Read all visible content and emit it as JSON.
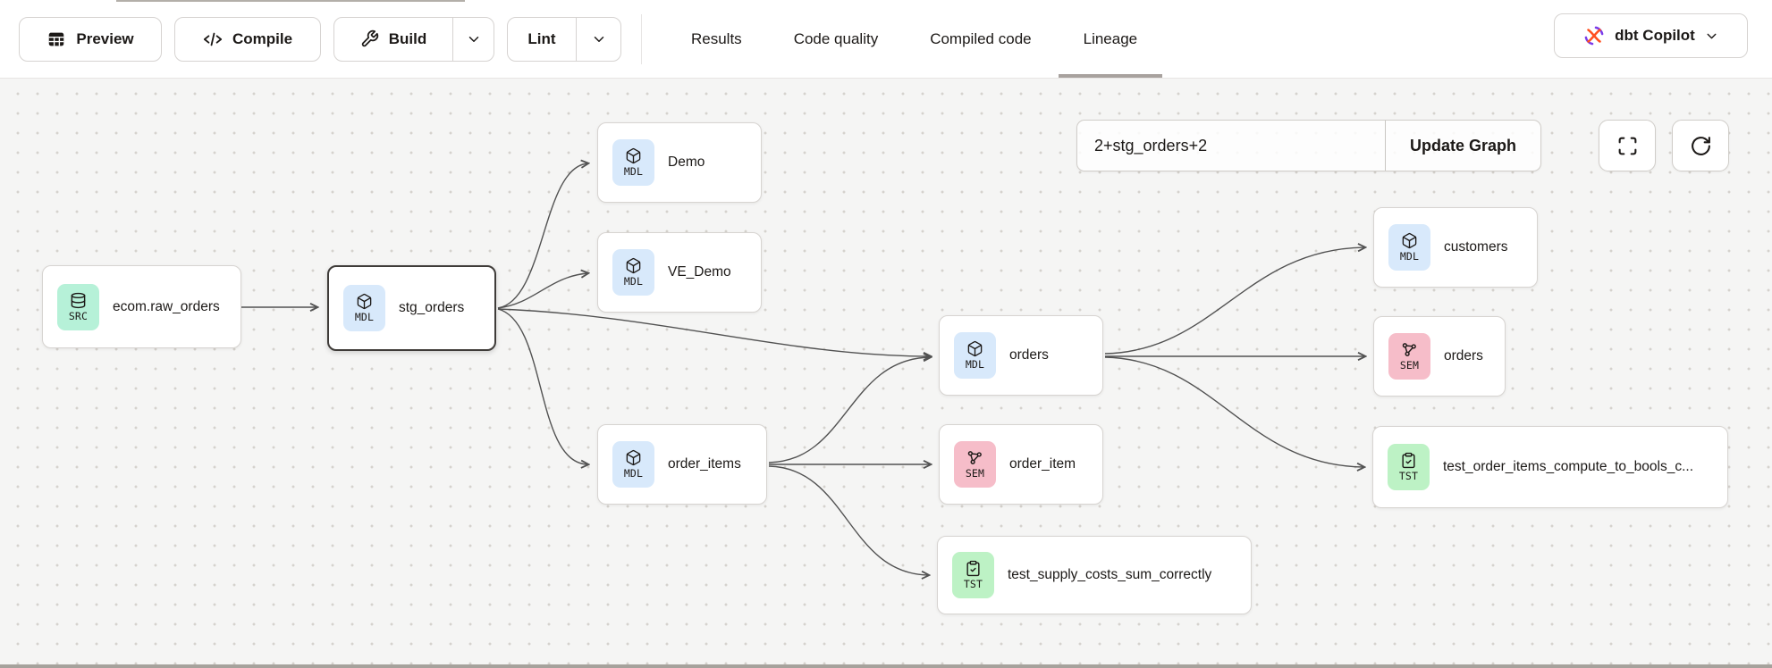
{
  "colors": {
    "src_badge": "#b6f1d8",
    "mdl_badge": "#d8e9fb",
    "sem_badge": "#f6bdc9",
    "tst_badge": "#bdf2c5",
    "selected_node_border": "#3f3c39",
    "edge": "#525252",
    "active_tab_underline": "#a8a29e",
    "dbt_orange": "#ff4f1f",
    "dbt_purple": "#7a3bea"
  },
  "toolbar": {
    "preview_label": "Preview",
    "compile_label": "Compile",
    "build_label": "Build",
    "lint_label": "Lint"
  },
  "tabs": [
    {
      "label": "Results",
      "active": false
    },
    {
      "label": "Code quality",
      "active": false
    },
    {
      "label": "Compiled code",
      "active": false
    },
    {
      "label": "Lineage",
      "active": true
    }
  ],
  "copilot": {
    "label": "dbt Copilot"
  },
  "canvas": {
    "selector_value": "2+stg_orders+2",
    "update_button_label": "Update Graph",
    "nodes": [
      {
        "id": "ecom.raw_orders",
        "type": "source",
        "badge": "SRC",
        "label": "ecom.raw_orders",
        "selected": false
      },
      {
        "id": "stg_orders",
        "type": "model",
        "badge": "MDL",
        "label": "stg_orders",
        "selected": true
      },
      {
        "id": "Demo",
        "type": "model",
        "badge": "MDL",
        "label": "Demo",
        "selected": false
      },
      {
        "id": "VE_Demo",
        "type": "model",
        "badge": "MDL",
        "label": "VE_Demo",
        "selected": false
      },
      {
        "id": "orders_model",
        "type": "model",
        "badge": "MDL",
        "label": "orders",
        "selected": false
      },
      {
        "id": "order_items",
        "type": "model",
        "badge": "MDL",
        "label": "order_items",
        "selected": false
      },
      {
        "id": "customers",
        "type": "model",
        "badge": "MDL",
        "label": "customers",
        "selected": false
      },
      {
        "id": "orders_semantic",
        "type": "semantic",
        "badge": "SEM",
        "label": "orders",
        "selected": false
      },
      {
        "id": "order_item",
        "type": "semantic",
        "badge": "SEM",
        "label": "order_item",
        "selected": false
      },
      {
        "id": "test_order_items",
        "type": "test",
        "badge": "TST",
        "label": "test_order_items_compute_to_bools_c...",
        "selected": false
      },
      {
        "id": "test_supply",
        "type": "test",
        "badge": "TST",
        "label": "test_supply_costs_sum_correctly",
        "selected": false
      }
    ],
    "edges_by_node_index": [
      [
        0,
        1
      ],
      [
        1,
        2
      ],
      [
        1,
        3
      ],
      [
        1,
        4
      ],
      [
        1,
        5
      ],
      [
        5,
        4
      ],
      [
        5,
        8
      ],
      [
        5,
        10
      ],
      [
        4,
        6
      ],
      [
        4,
        7
      ],
      [
        4,
        9
      ]
    ]
  }
}
